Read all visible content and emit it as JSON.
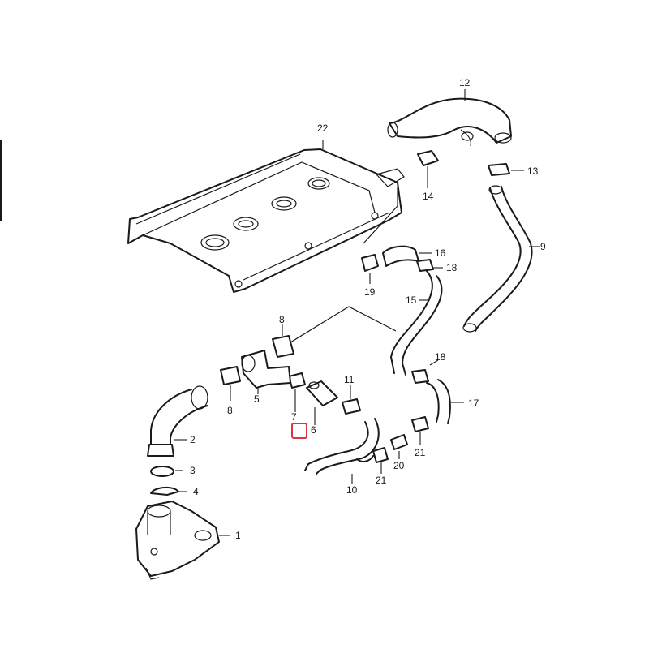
{
  "diagram": {
    "callouts": [
      {
        "id": "c1",
        "text": "1"
      },
      {
        "id": "c2",
        "text": "2"
      },
      {
        "id": "c3",
        "text": "3"
      },
      {
        "id": "c4",
        "text": "4"
      },
      {
        "id": "c5",
        "text": "5"
      },
      {
        "id": "c6",
        "text": "6"
      },
      {
        "id": "c7",
        "text": "7"
      },
      {
        "id": "c8a",
        "text": "8"
      },
      {
        "id": "c8b",
        "text": "8"
      },
      {
        "id": "c9",
        "text": "9"
      },
      {
        "id": "c10",
        "text": "10"
      },
      {
        "id": "c11",
        "text": "11"
      },
      {
        "id": "c12",
        "text": "12"
      },
      {
        "id": "c13",
        "text": "13"
      },
      {
        "id": "c14",
        "text": "14"
      },
      {
        "id": "c15",
        "text": "15"
      },
      {
        "id": "c16",
        "text": "16"
      },
      {
        "id": "c17",
        "text": "17"
      },
      {
        "id": "c18a",
        "text": "18"
      },
      {
        "id": "c18b",
        "text": "18"
      },
      {
        "id": "c19",
        "text": "19"
      },
      {
        "id": "c20",
        "text": "20"
      },
      {
        "id": "c21a",
        "text": "21"
      },
      {
        "id": "c21b",
        "text": "21"
      },
      {
        "id": "c22",
        "text": "22"
      }
    ],
    "highlight_color": "#d9363e",
    "line_color": "#1a1a1a"
  }
}
